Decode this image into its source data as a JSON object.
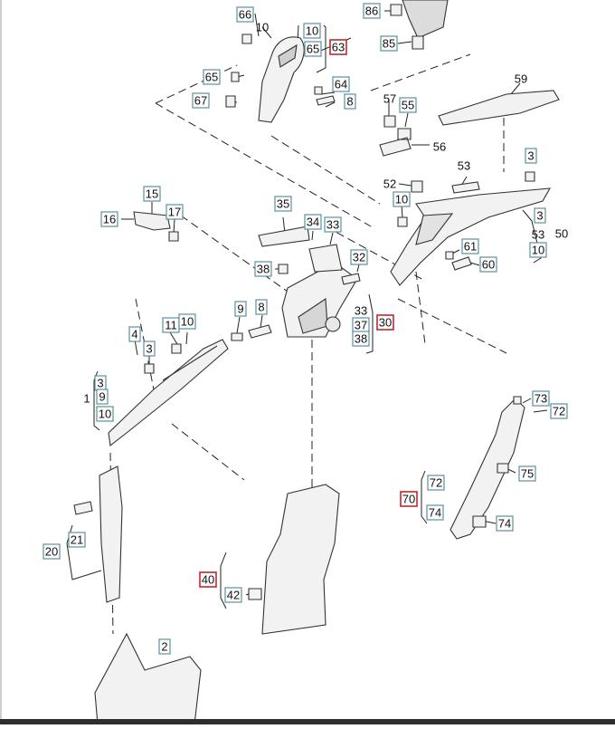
{
  "colors": {
    "box_border_blue": "#5b8fa0",
    "box_border_red": "#c0282d",
    "line": "#222222",
    "part_fill": "#f2f2f2",
    "part_stroke": "#333333"
  },
  "callouts": [
    {
      "id": "c66",
      "label": "66",
      "style": "box"
    },
    {
      "id": "c10a",
      "label": "10",
      "style": "plain"
    },
    {
      "id": "c10b",
      "label": "10",
      "style": "box"
    },
    {
      "id": "c65a",
      "label": "65",
      "style": "box"
    },
    {
      "id": "c63",
      "label": "63",
      "style": "red"
    },
    {
      "id": "c86",
      "label": "86",
      "style": "box"
    },
    {
      "id": "c85",
      "label": "85",
      "style": "box"
    },
    {
      "id": "c65b",
      "label": "65",
      "style": "box"
    },
    {
      "id": "c64",
      "label": "64",
      "style": "box"
    },
    {
      "id": "c67",
      "label": "67",
      "style": "box"
    },
    {
      "id": "c8a",
      "label": "8",
      "style": "box"
    },
    {
      "id": "c59",
      "label": "59",
      "style": "plain"
    },
    {
      "id": "c57",
      "label": "57",
      "style": "plain"
    },
    {
      "id": "c55",
      "label": "55",
      "style": "box"
    },
    {
      "id": "c56",
      "label": "56",
      "style": "plain"
    },
    {
      "id": "c3a",
      "label": "3",
      "style": "box"
    },
    {
      "id": "c53a",
      "label": "53",
      "style": "plain"
    },
    {
      "id": "c52",
      "label": "52",
      "style": "plain"
    },
    {
      "id": "c10c",
      "label": "10",
      "style": "box"
    },
    {
      "id": "c3b",
      "label": "3",
      "style": "box"
    },
    {
      "id": "c53b",
      "label": "53",
      "style": "plain"
    },
    {
      "id": "c50",
      "label": "50",
      "style": "plain"
    },
    {
      "id": "c10d",
      "label": "10",
      "style": "box"
    },
    {
      "id": "c15",
      "label": "15",
      "style": "box"
    },
    {
      "id": "c16",
      "label": "16",
      "style": "box"
    },
    {
      "id": "c17",
      "label": "17",
      "style": "box"
    },
    {
      "id": "c35",
      "label": "35",
      "style": "box"
    },
    {
      "id": "c34",
      "label": "34",
      "style": "box"
    },
    {
      "id": "c33a",
      "label": "33",
      "style": "box"
    },
    {
      "id": "c61",
      "label": "61",
      "style": "box"
    },
    {
      "id": "c60",
      "label": "60",
      "style": "box"
    },
    {
      "id": "c38a",
      "label": "38",
      "style": "box"
    },
    {
      "id": "c32",
      "label": "32",
      "style": "box"
    },
    {
      "id": "c33b",
      "label": "33",
      "style": "plain"
    },
    {
      "id": "c37",
      "label": "37",
      "style": "box"
    },
    {
      "id": "c30",
      "label": "30",
      "style": "red"
    },
    {
      "id": "c38b",
      "label": "38",
      "style": "box"
    },
    {
      "id": "c9",
      "label": "9",
      "style": "box"
    },
    {
      "id": "c8b",
      "label": "8",
      "style": "box"
    },
    {
      "id": "c11",
      "label": "11",
      "style": "box"
    },
    {
      "id": "c10e",
      "label": "10",
      "style": "box"
    },
    {
      "id": "c4",
      "label": "4",
      "style": "box"
    },
    {
      "id": "c3c",
      "label": "3",
      "style": "box"
    },
    {
      "id": "c3d",
      "label": "3",
      "style": "box"
    },
    {
      "id": "c1",
      "label": "1",
      "style": "plain"
    },
    {
      "id": "c9b",
      "label": "9",
      "style": "box"
    },
    {
      "id": "c10f",
      "label": "10",
      "style": "box"
    },
    {
      "id": "c73",
      "label": "73",
      "style": "box"
    },
    {
      "id": "c72a",
      "label": "72",
      "style": "box"
    },
    {
      "id": "c75",
      "label": "75",
      "style": "box"
    },
    {
      "id": "c72b",
      "label": "72",
      "style": "box"
    },
    {
      "id": "c70",
      "label": "70",
      "style": "red"
    },
    {
      "id": "c74a",
      "label": "74",
      "style": "box"
    },
    {
      "id": "c74b",
      "label": "74",
      "style": "box"
    },
    {
      "id": "c21",
      "label": "21",
      "style": "box"
    },
    {
      "id": "c20",
      "label": "20",
      "style": "box"
    },
    {
      "id": "c40",
      "label": "40",
      "style": "red"
    },
    {
      "id": "c42",
      "label": "42",
      "style": "box"
    },
    {
      "id": "c2",
      "label": "2",
      "style": "box"
    }
  ]
}
